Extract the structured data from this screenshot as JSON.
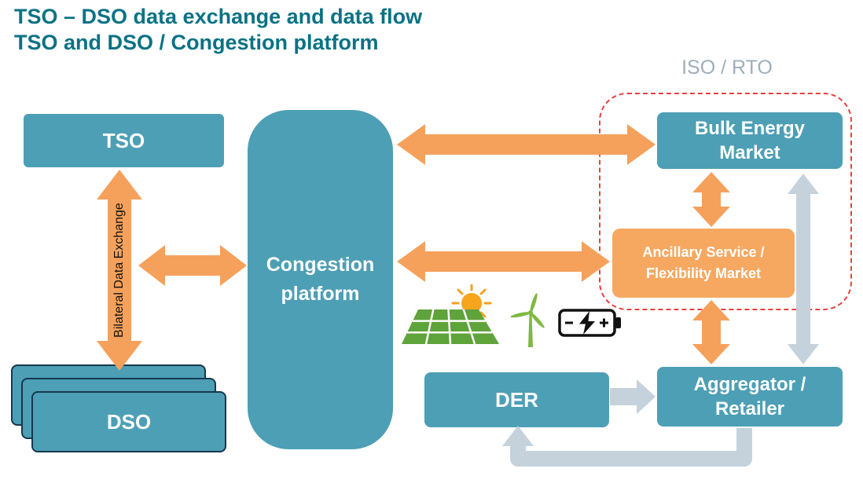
{
  "title": {
    "line1": "TSO – DSO data exchange and data flow",
    "line2": "TSO and DSO / Congestion platform"
  },
  "nodes": {
    "tso": {
      "label": "TSO"
    },
    "congestion": {
      "label": "Congestion\nplatform"
    },
    "bulk_energy_market": {
      "label": "Bulk Energy\nMarket"
    },
    "ancillary_market": {
      "label": "Ancillary Service /\nFlexibility Market"
    },
    "der": {
      "label": "DER"
    },
    "aggregator": {
      "label": "Aggregator /\nRetailer"
    },
    "dso": {
      "label": "DSO"
    }
  },
  "labels": {
    "bilateral_exchange": "Bilateral Data Exchange",
    "iso_rto": "ISO / RTO"
  },
  "icons": {
    "solar": "solar-panel-icon",
    "wind": "wind-turbine-icon",
    "battery": "battery-icon"
  },
  "colors": {
    "box_teal": "#4D9FB5",
    "box_orange": "#F6A861",
    "arrow_orange": "#F5A15C",
    "arrow_gray": "#C5D2DC",
    "dashed_red": "#E8403E",
    "title_teal": "#0A7285",
    "iso_rto_gray": "#9DAFBC",
    "dso_border": "#16384E"
  }
}
